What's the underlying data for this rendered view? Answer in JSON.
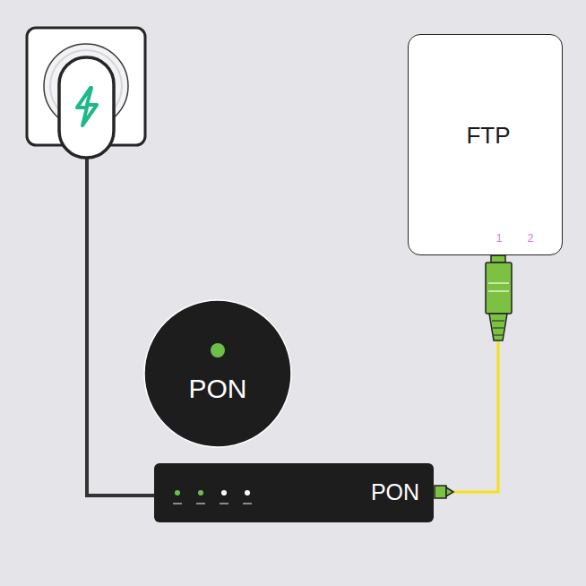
{
  "diagram": {
    "nodes": [
      {
        "text": [
          "FTP"
        ]
      },
      {
        "text": [
          "PON"
        ]
      },
      {
        "text": [
          "PON"
        ]
      }
    ],
    "edges": [
      {
        "from": 0,
        "to": 2,
        "arrow": "none"
      }
    ],
    "labels": [
      "1",
      "2"
    ]
  }
}
